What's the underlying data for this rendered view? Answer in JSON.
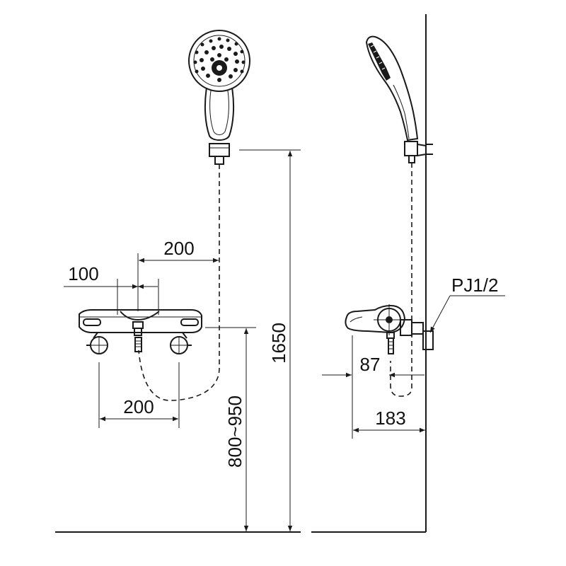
{
  "dimensions": {
    "hose_spacing": "200",
    "body_offset": "100",
    "inlet_spacing": "200",
    "shower_height": "1650",
    "mount_height": "800~950",
    "spout_drop": "87",
    "projection": "183",
    "connection": "PJ1/2"
  },
  "colors": {
    "line": "#1a1a1a",
    "background": "#ffffff"
  }
}
